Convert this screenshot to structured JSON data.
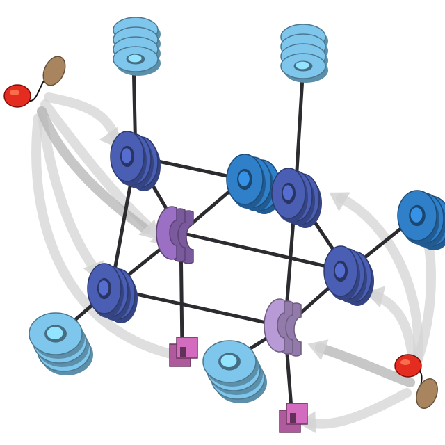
{
  "diagram": {
    "caption": "",
    "colors": {
      "background": "#ffffff",
      "edge": "#2b2b30",
      "arrow": "#d4d4d4",
      "arrow_dark": "#b4b4b4",
      "light_blue": "#7fc6ec",
      "mid_blue": "#2f7fc9",
      "dark_blue": "#4a5fb4",
      "purple": "#9a6fc4",
      "light_purple": "#b79ad6",
      "magenta": "#b05a9e",
      "red_head": "#e42d20",
      "brown_body": "#a9855f"
    },
    "components": [
      "light-blue-disc-stack",
      "mid-blue-disc-stack",
      "dark-blue-disc-stack",
      "purple-open-ring",
      "magenta-block",
      "red-brown-effector-molecule",
      "gray-curved-arrow"
    ]
  }
}
